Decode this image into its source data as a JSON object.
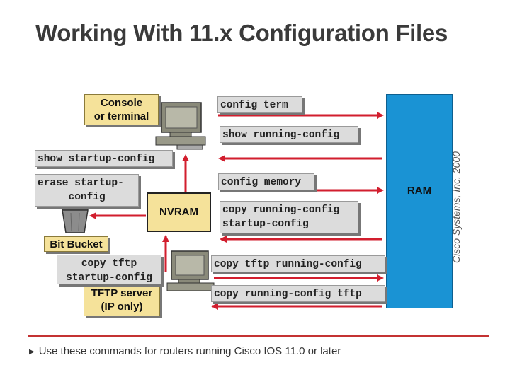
{
  "title": "Working With 11.x Configuration Files",
  "ram_label": "RAM",
  "nvram_label": "NVRAM",
  "console_label": "Console\nor terminal",
  "bitbucket_label": "Bit Bucket",
  "tftp_label": "TFTP server\n(IP only)",
  "commands": {
    "config_term": "config term",
    "show_running": "show running-config",
    "show_startup": "show startup-config",
    "erase_startup": "erase startup-\n     config",
    "config_memory": "config memory",
    "copy_run_start": "copy running-config\nstartup-config",
    "copy_tftp_start": "copy tftp\nstartup-config",
    "copy_tftp_run": "copy tftp running-config",
    "copy_run_tftp": "copy running-config tftp"
  },
  "footnote": "Use these commands for routers running Cisco IOS 11.0 or later",
  "side_text": "Cisco Systems, Inc. 2000",
  "colors": {
    "arrow": "#d21e2e",
    "ram": "#1a93d4",
    "label": "#f5e29a",
    "cmd": "#dcdcdc"
  }
}
